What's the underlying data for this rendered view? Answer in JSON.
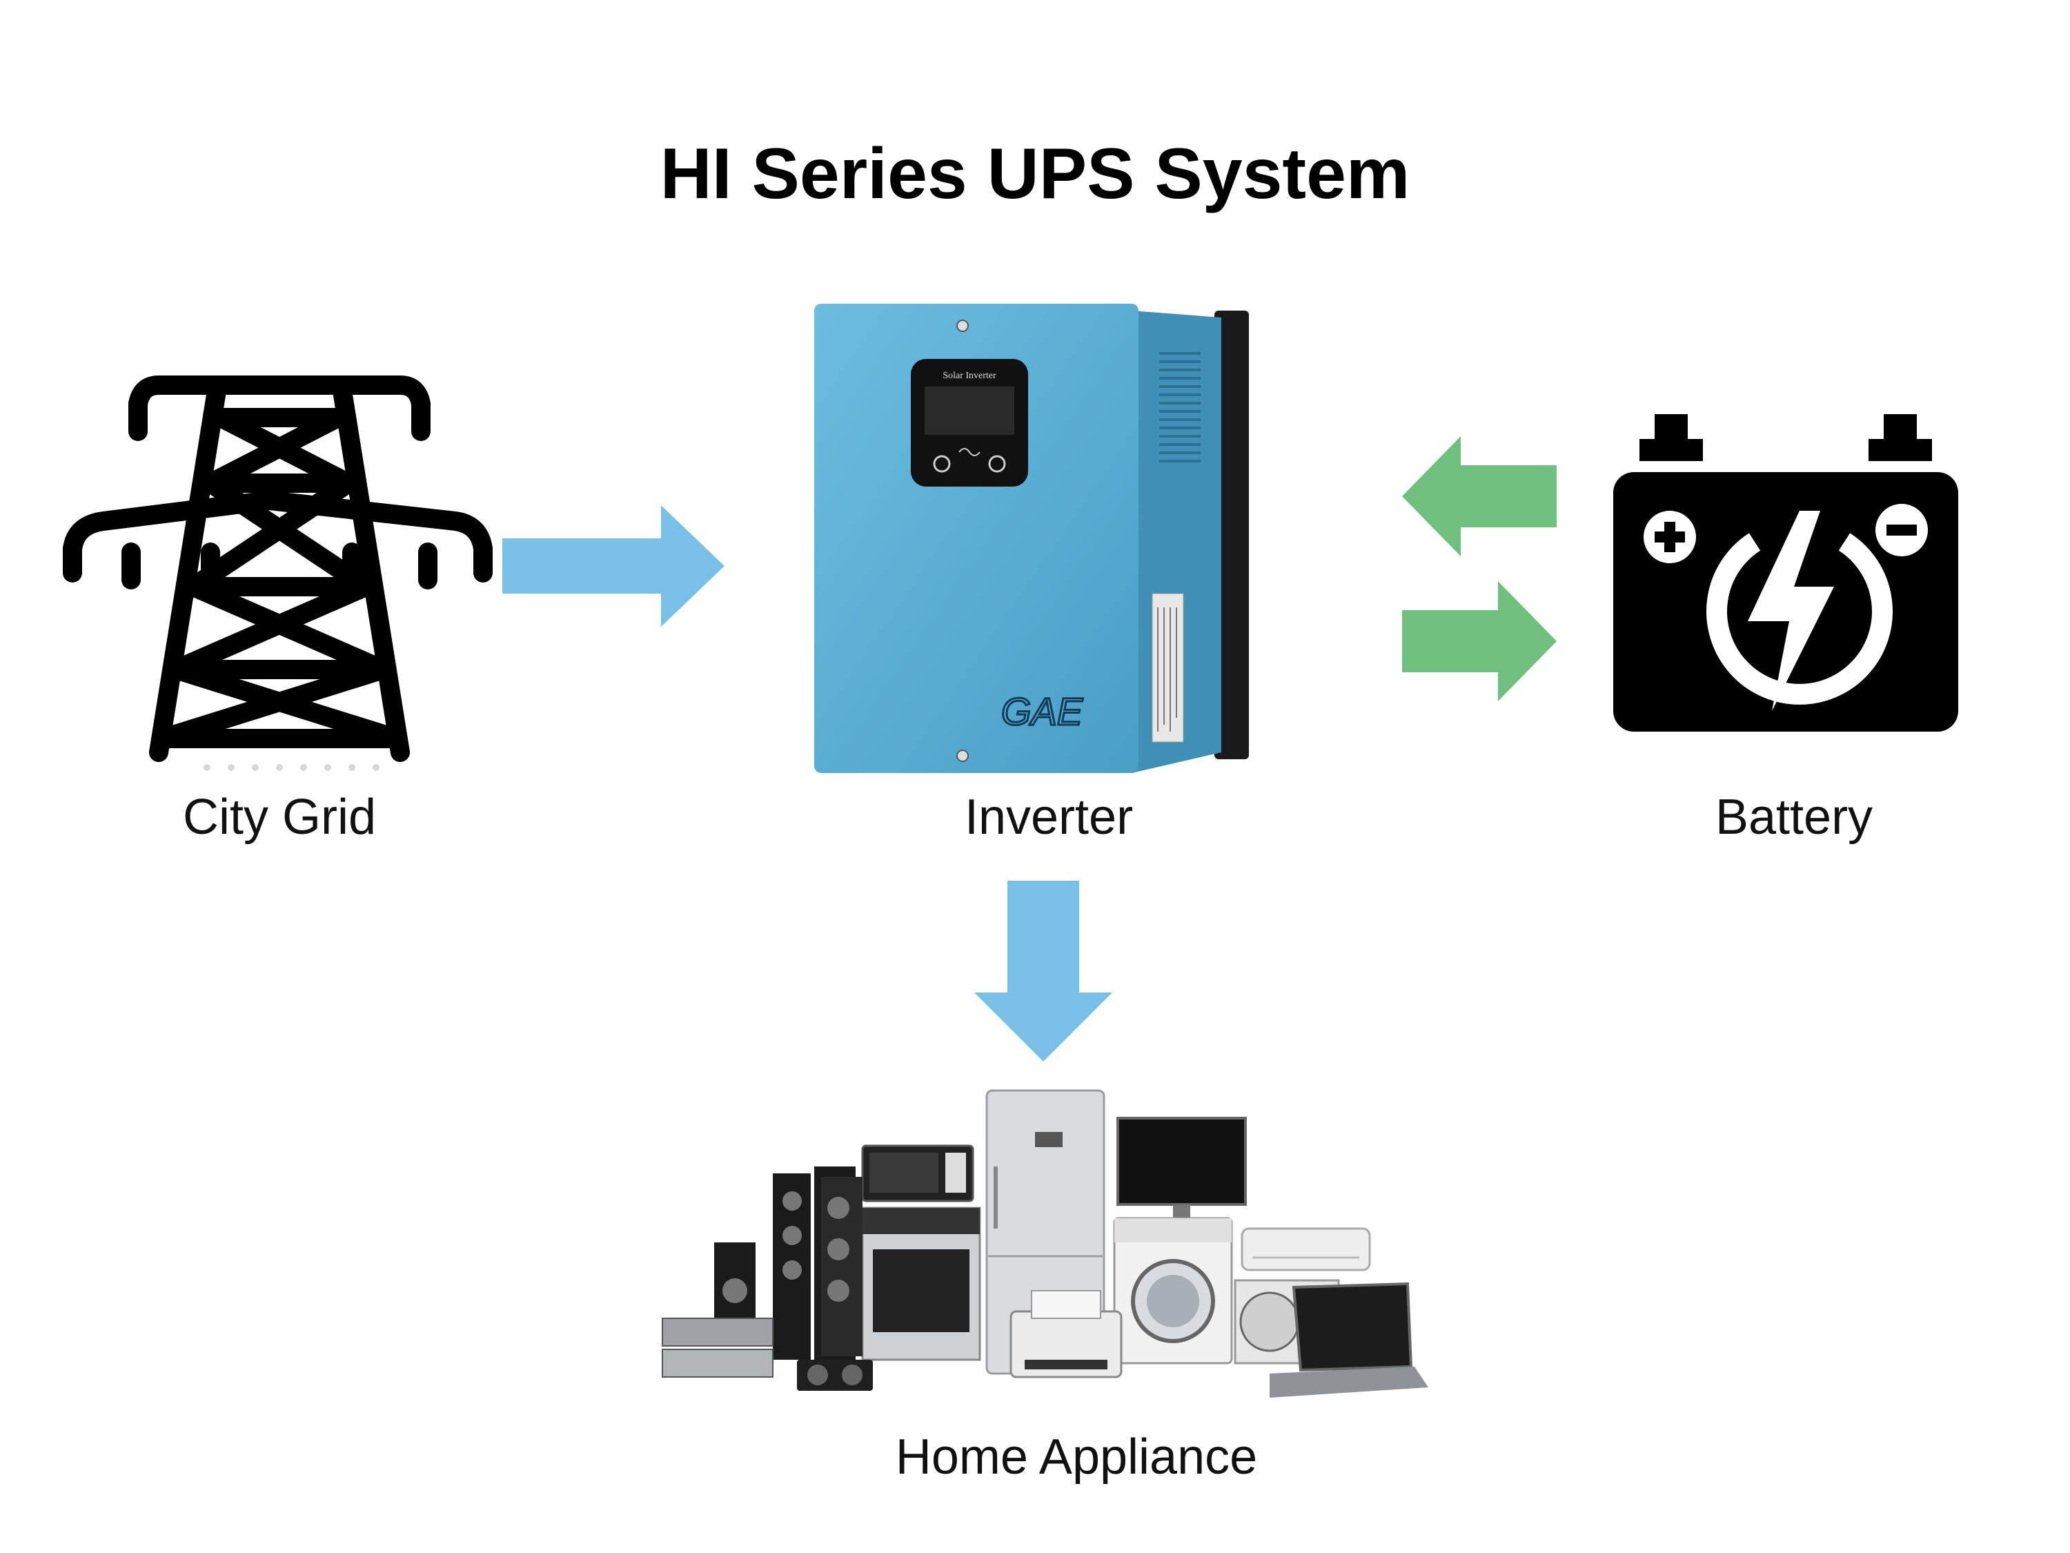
{
  "title": "HI Series UPS System",
  "nodes": {
    "grid": {
      "label": "City Grid"
    },
    "inverter": {
      "label": "Inverter",
      "screen_text": "Solar Inverter",
      "logo_text": "GAE"
    },
    "battery": {
      "label": "Battery"
    },
    "appliance": {
      "label": "Home Appliance"
    }
  },
  "edges": [
    {
      "from": "grid",
      "to": "inverter"
    },
    {
      "from": "battery",
      "to": "inverter"
    },
    {
      "from": "inverter",
      "to": "battery"
    },
    {
      "from": "inverter",
      "to": "appliance"
    }
  ],
  "colors": {
    "blue_arrow": "#79c0e8",
    "green_arrow": "#6fbf7f",
    "inverter_body": "#57a9cf",
    "icon_black": "#000000"
  },
  "icons": [
    "power-tower-icon",
    "battery-icon",
    "appliances-group"
  ]
}
